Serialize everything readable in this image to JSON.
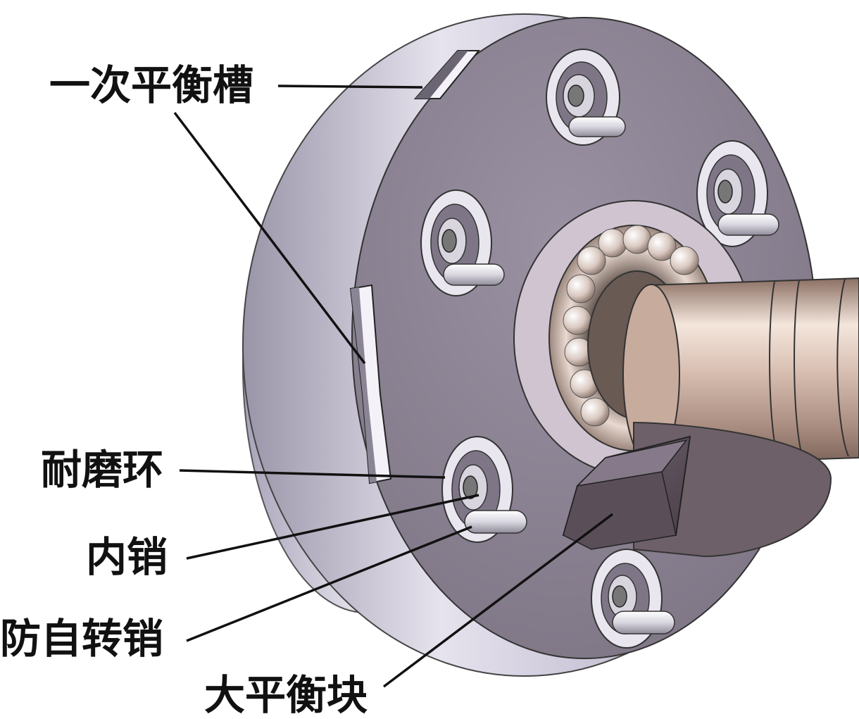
{
  "labels": {
    "primary_balance_groove": "一次平衡槽",
    "wear_ring": "耐磨环",
    "inner_pin": "内销",
    "anti_rotation_pin": "防自转销",
    "large_counterweight": "大平衡块"
  },
  "colors": {
    "disc_face": "#8e8594",
    "disc_rim": "#c9c3d6",
    "shaft": "#c8a898",
    "text": "#111111",
    "leader": "#111111"
  }
}
